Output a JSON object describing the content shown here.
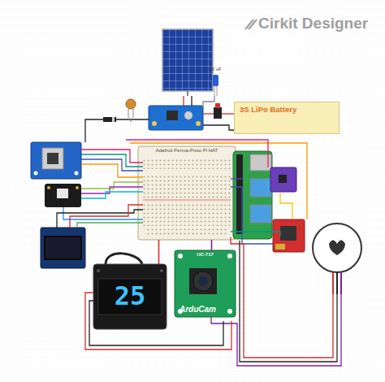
{
  "diagram": {
    "nodes": [
      {
        "text": [
          "3S LiPo Battery"
        ]
      },
      {
        "text": [
          "Adafruit Perma-Proto Pi HAT"
        ]
      },
      {
        "text": [
          "25"
        ]
      },
      {
        "text": [
          "UC-717",
          "ArduCam"
        ]
      }
    ],
    "edges": [
      {
        "from": 2,
        "to": 1,
        "arrow": "none"
      },
      {
        "from": 3,
        "to": 1,
        "arrow": "none"
      }
    ],
    "labels": [
      "Cirkit Designer",
      "100 uF"
    ]
  }
}
